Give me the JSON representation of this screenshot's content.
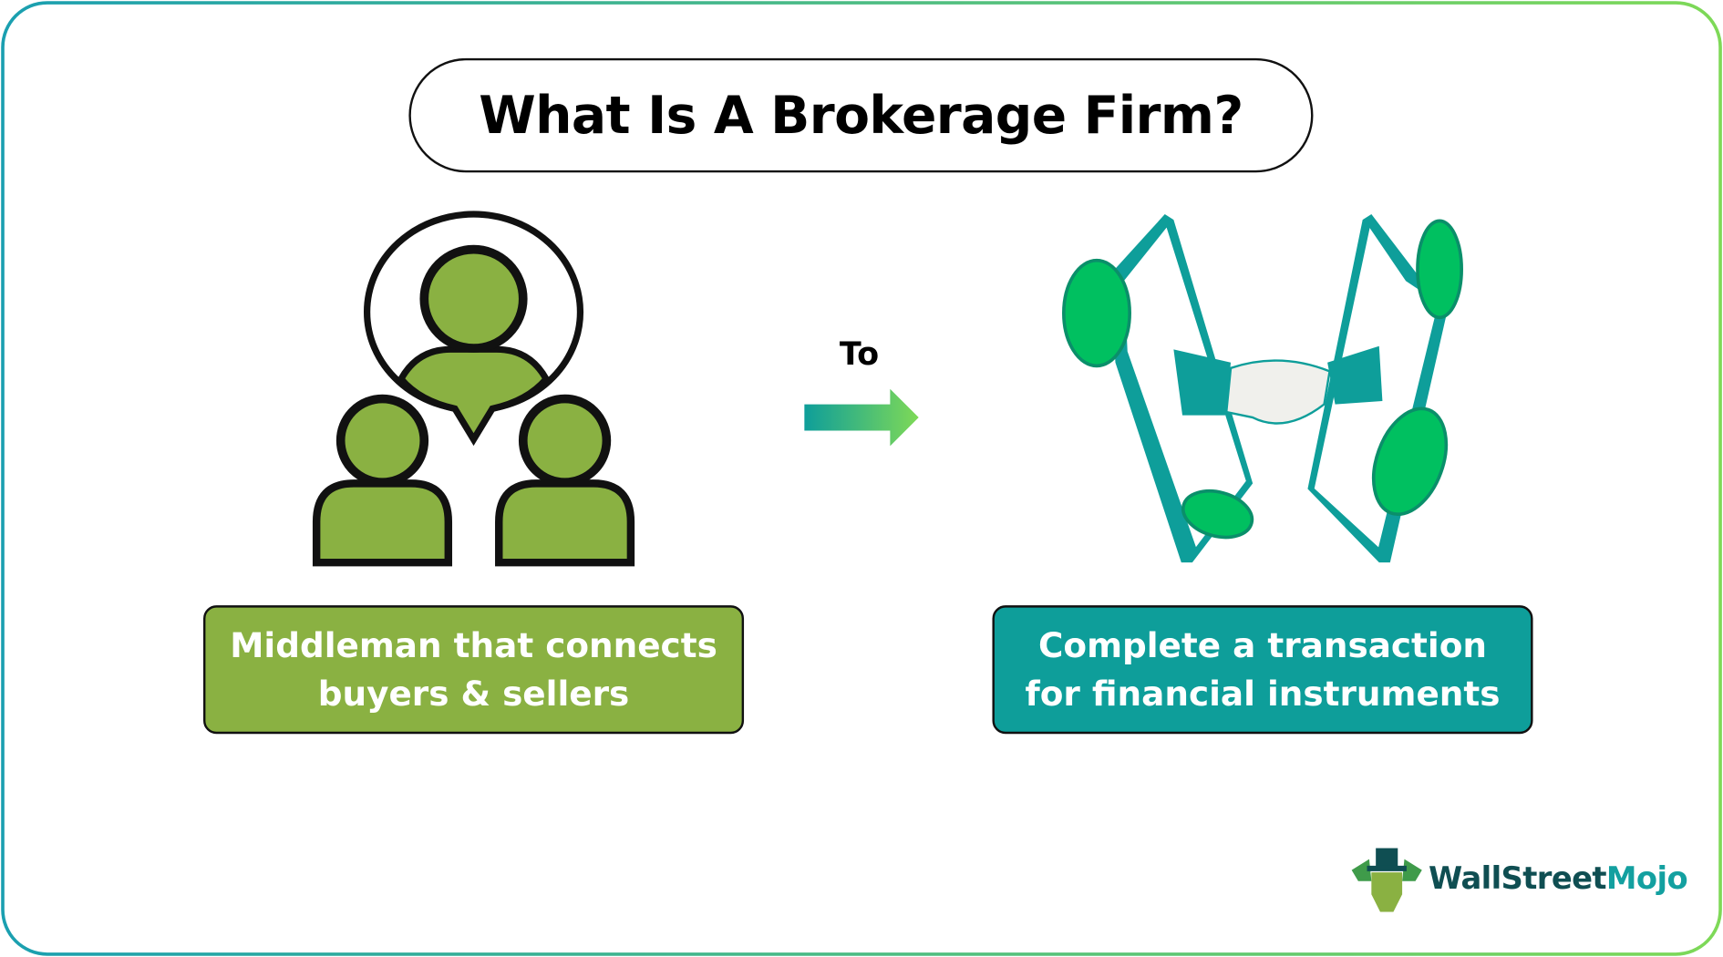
{
  "title": "What Is A Brokerage Firm?",
  "connector": "To",
  "left_box": {
    "text": "Middleman that connects buyers & sellers",
    "color": "#8ab142"
  },
  "right_box": {
    "text": "Complete a transaction for financial instruments",
    "color": "#0e9e9a"
  },
  "logo": {
    "part1": "WallStreet",
    "part2": "Mojo"
  },
  "colors": {
    "green": "#8ab142",
    "teal": "#0e9e9a",
    "coin": "#00c060"
  }
}
